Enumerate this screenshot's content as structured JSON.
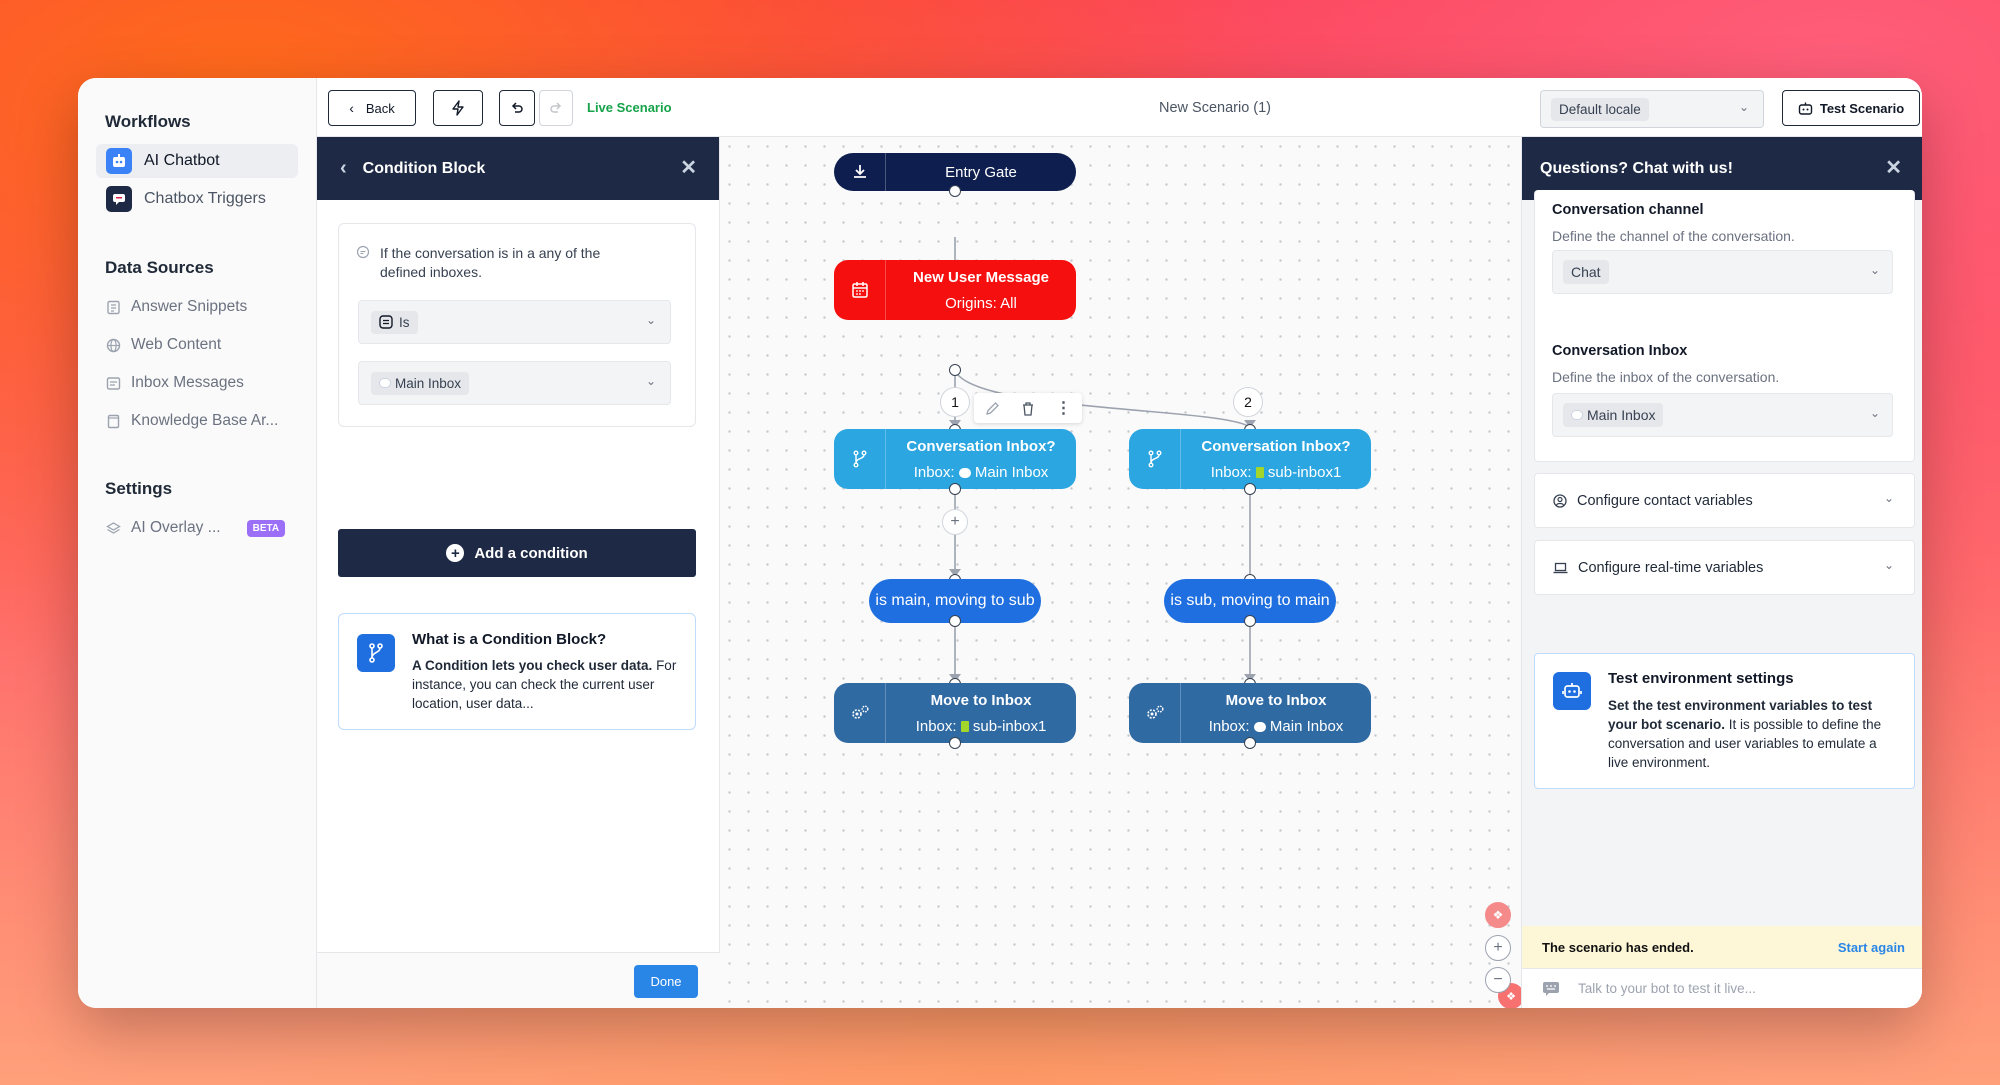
{
  "nav": {
    "workflows_title": "Workflows",
    "workflows": [
      {
        "label": "AI Chatbot"
      },
      {
        "label": "Chatbox Triggers"
      }
    ],
    "data_sources_title": "Data Sources",
    "data_sources": [
      {
        "label": "Answer Snippets"
      },
      {
        "label": "Web Content"
      },
      {
        "label": "Inbox Messages"
      },
      {
        "label": "Knowledge Base Ar..."
      }
    ],
    "settings_title": "Settings",
    "settings": [
      {
        "label": "AI Overlay ...",
        "badge": "BETA"
      }
    ]
  },
  "topbar": {
    "back_label": "Back",
    "live_label": "Live Scenario",
    "title": "New Scenario (1)",
    "locale_value": "Default locale",
    "test_label": "Test Scenario"
  },
  "condition_panel": {
    "title": "Condition Block",
    "description": "If the conversation is in a any of the defined inboxes.",
    "operator_value": "Is",
    "inbox_value": "Main Inbox",
    "add_condition_label": "Add a condition",
    "info_title": "What is a Condition Block?",
    "info_bold": "A Condition lets you check user data.",
    "info_text": " For instance, you can check the current user location, user data...",
    "done_label": "Done"
  },
  "flow": {
    "entry": {
      "label": "Entry Gate"
    },
    "trigger": {
      "title": "New User Message",
      "subtitle": "Origins: All"
    },
    "branch_badges": [
      "1",
      "2"
    ],
    "cond1": {
      "title": "Conversation Inbox?",
      "prefix": "Inbox:",
      "value": "Main Inbox"
    },
    "cond2": {
      "title": "Conversation Inbox?",
      "prefix": "Inbox:",
      "value": "sub-inbox1"
    },
    "msg1": {
      "label": "is main, moving to sub"
    },
    "msg2": {
      "label": "is sub, moving to main"
    },
    "move1": {
      "title": "Move to Inbox",
      "prefix": "Inbox:",
      "value": "sub-inbox1"
    },
    "move2": {
      "title": "Move to Inbox",
      "prefix": "Inbox:",
      "value": "Main Inbox"
    }
  },
  "right_panel": {
    "title": "Questions? Chat with us!",
    "channel_label": "Conversation channel",
    "channel_desc": "Define the channel of the conversation.",
    "channel_value": "Chat",
    "inbox_label": "Conversation Inbox",
    "inbox_desc": "Define the inbox of the conversation.",
    "inbox_value": "Main Inbox",
    "contact_vars": "Configure contact variables",
    "realtime_vars": "Configure real-time variables",
    "test_title": "Test environment settings",
    "test_bold": "Set the test environment variables to test your bot scenario.",
    "test_text": " It is possible to define the conversation and user variables to emulate a live environment.",
    "ended_text": "The scenario has ended.",
    "start_again": "Start again",
    "talk_placeholder": "Talk to your bot to test it live..."
  },
  "colors": {
    "navy": "#1e2a45",
    "red": "#f60f0f",
    "blue": "#2ba6e0",
    "pill": "#1f6fe0",
    "steel": "#2f6aa3",
    "link": "#2a86e6"
  }
}
